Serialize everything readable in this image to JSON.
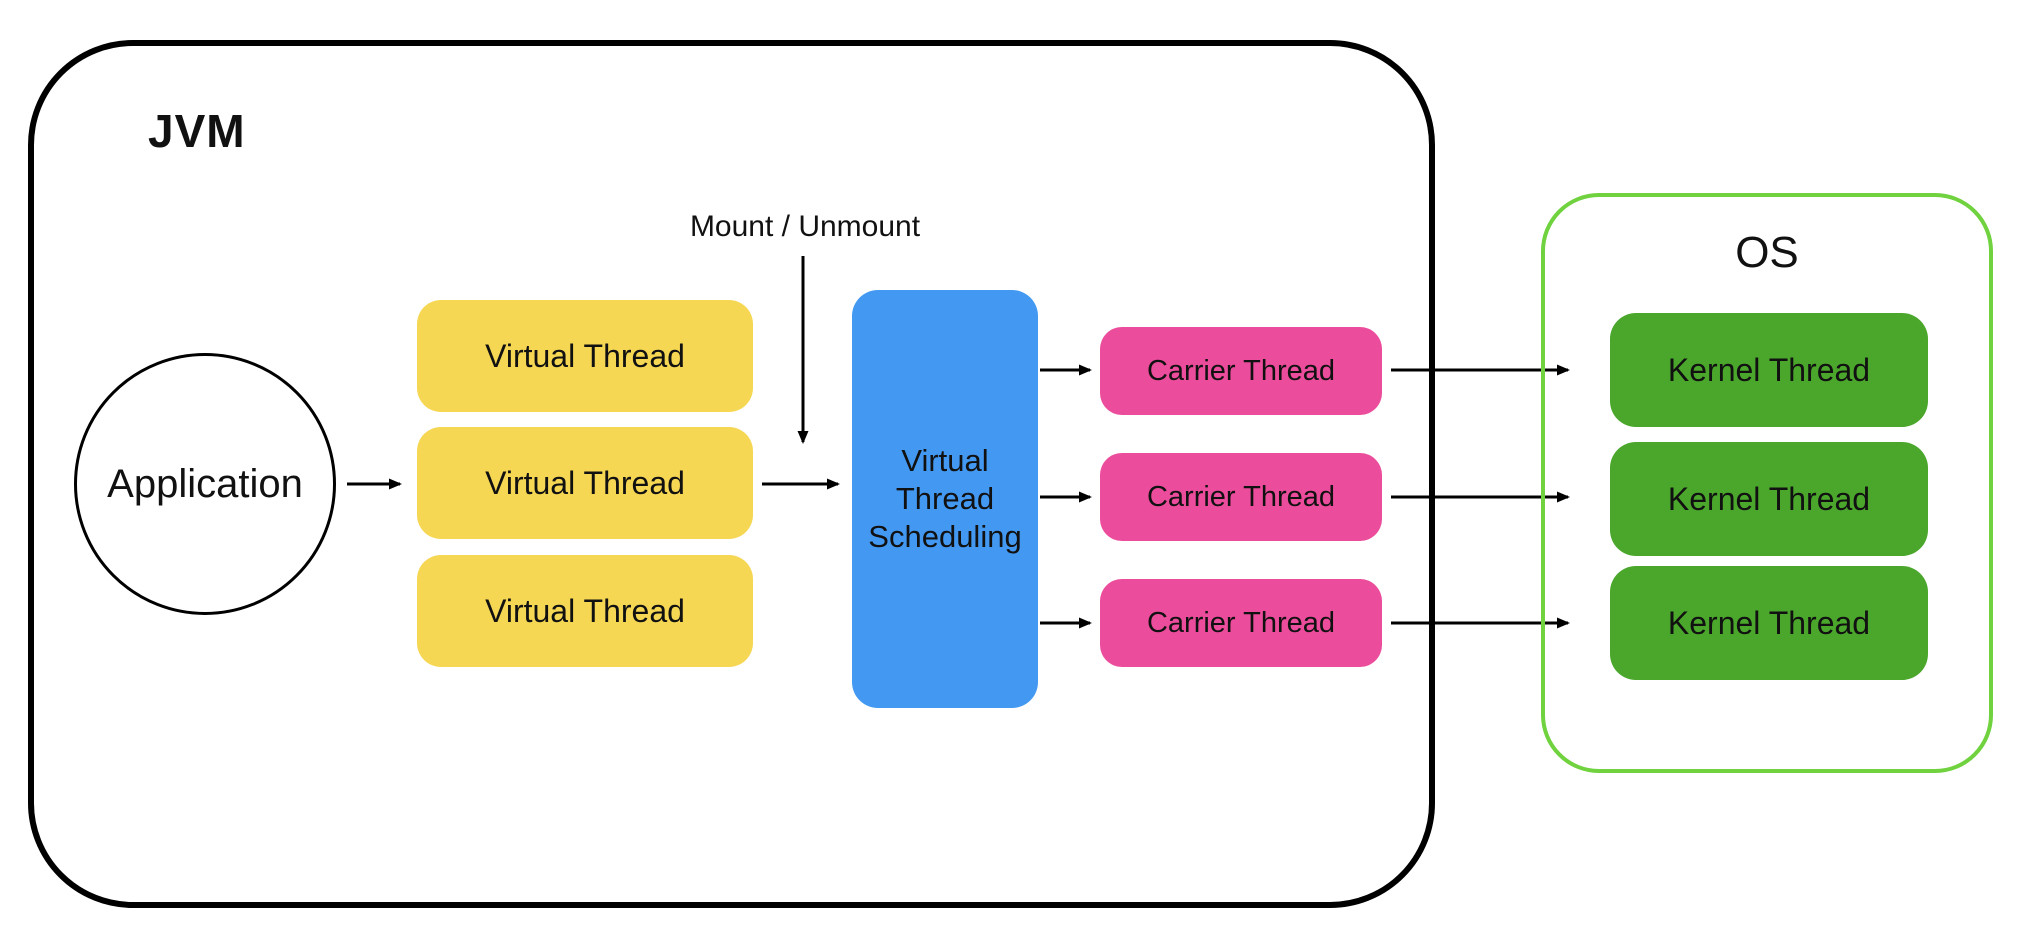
{
  "jvm": {
    "label": "JVM",
    "application_label": "Application",
    "mount_unmount_label": "Mount / Unmount",
    "virtual_threads": [
      "Virtual Thread",
      "Virtual Thread",
      "Virtual Thread"
    ],
    "scheduler_label": "Virtual Thread Scheduling",
    "carrier_threads": [
      "Carrier Thread",
      "Carrier Thread",
      "Carrier Thread"
    ]
  },
  "os": {
    "label": "OS",
    "kernel_threads": [
      "Kernel Thread",
      "Kernel Thread",
      "Kernel Thread"
    ]
  },
  "colors": {
    "jvm_border": "#000000",
    "virtual_thread_fill": "#F6D754",
    "scheduler_fill": "#4399F2",
    "carrier_thread_fill": "#EC4C9C",
    "kernel_thread_fill": "#4BA72C",
    "os_border": "#6FD23E",
    "arrow_color": "#000000"
  }
}
